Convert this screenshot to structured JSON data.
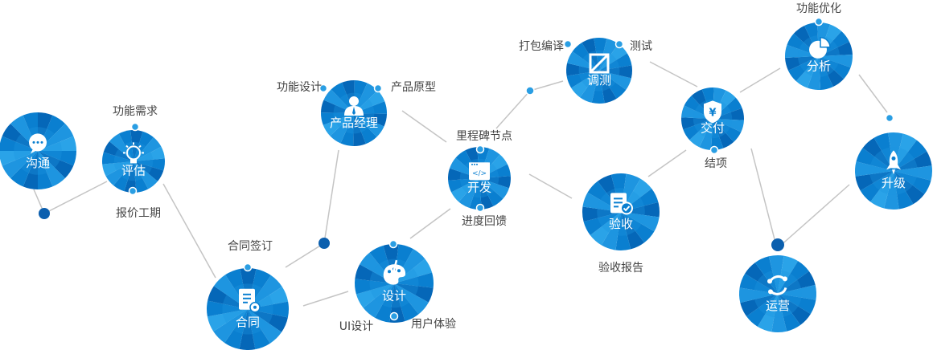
{
  "colors": {
    "line": "#c4c4c4",
    "node_dark": "#0567b8",
    "node_mid": "#0a7fd0",
    "node_light": "#1e95e0",
    "node_lighter": "#2aa3e8",
    "dot": "#0b5fae",
    "small_dot": "#2a9ee3",
    "label_text": "#444444"
  },
  "nodes": {
    "goutong": {
      "label": "沟通",
      "icon": "chat-bubble-icon"
    },
    "pinggu": {
      "label": "评估",
      "icon": "lightbulb-icon"
    },
    "hetong": {
      "label": "合同",
      "icon": "contract-document-icon"
    },
    "sheji": {
      "label": "设计",
      "icon": "palette-icon"
    },
    "chanpin": {
      "label": "产品经理",
      "icon": "manager-person-icon"
    },
    "kaifa": {
      "label": "开发",
      "icon": "code-window-icon"
    },
    "tiaoce": {
      "label": "调测",
      "icon": "test-square-icon"
    },
    "yanshou": {
      "label": "验收",
      "icon": "checklist-icon"
    },
    "jiaofu": {
      "label": "交付",
      "icon": "yuan-shield-icon"
    },
    "fenxi": {
      "label": "分析",
      "icon": "pie-chart-icon"
    },
    "shengji": {
      "label": "升级",
      "icon": "rocket-icon"
    },
    "yunying": {
      "label": "运营",
      "icon": "cycle-arrows-icon"
    }
  },
  "labels": {
    "gongneng_xuqiu": "功能需求",
    "baojia_gongqi": "报价工期",
    "hetong_qianding": "合同签订",
    "gongneng_sheji": "功能设计",
    "chanpin_yuanxing": "产品原型",
    "ui_sheji": "UI设计",
    "yonghu_tiyan": "用户体验",
    "lichengbei": "里程碑节点",
    "jindu_huikui": "进度回馈",
    "dabao_bianyi": "打包编译",
    "ceshi": "测试",
    "yanshou_baogao": "验收报告",
    "jiexiang": "结项",
    "gongneng_youhua": "功能优化"
  }
}
